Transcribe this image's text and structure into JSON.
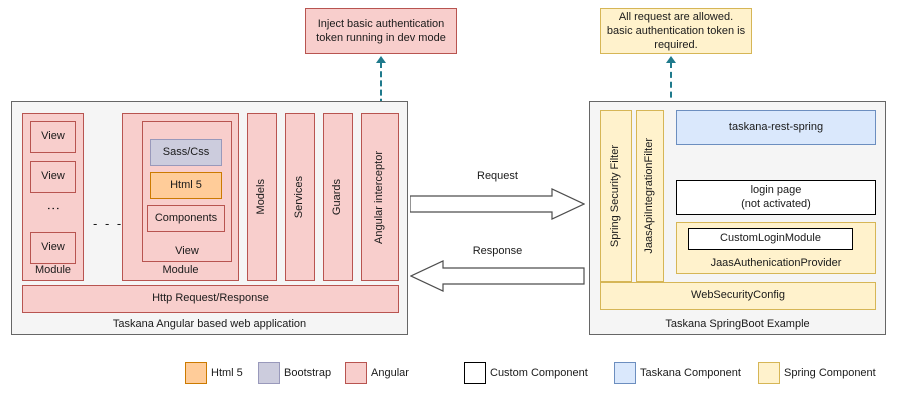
{
  "annotations": {
    "left": {
      "name": "inject-token-note",
      "text": "Inject basic authentication token running in dev mode",
      "color": "#f8cecc",
      "border": "#b85450"
    },
    "right": {
      "name": "all-requests-note",
      "text": "All request are allowed. basic authentication token is required.",
      "color": "#fff2cc",
      "border": "#d6b656"
    }
  },
  "left_panel": {
    "caption": "Taskana Angular based web application",
    "module_a": {
      "label": "Module",
      "views": [
        "View",
        "View",
        "View"
      ],
      "ellipsis": "⋮"
    },
    "between_modules_ellipsis": "- - -",
    "module_b": {
      "label": "Module",
      "view_label": "View",
      "items": [
        {
          "label": "Sass/Css",
          "kind": "bootstrap"
        },
        {
          "label": "Html 5",
          "kind": "html5"
        },
        {
          "label": "Components",
          "kind": "angular"
        }
      ]
    },
    "columns": [
      "Models",
      "Services",
      "Guards",
      "Angular interceptor"
    ],
    "http_bar": "Http Request/Response"
  },
  "arrows": {
    "request": "Request",
    "response": "Response"
  },
  "right_panel": {
    "caption": "Taskana SpringBoot Example",
    "filters": [
      "Spring Security Filter",
      "JaasApiIntegrationFilter"
    ],
    "taskana_rest": "taskana-rest-spring",
    "login_page_line1": "login page",
    "login_page_line2": "(not activated)",
    "jaas_provider": {
      "label": "JaasAuthenicationProvider",
      "child": "CustomLoginModule"
    },
    "web_security_config": "WebSecurityConfig"
  },
  "legend": {
    "items": [
      {
        "label": "Html 5",
        "fill": "#ffcc99",
        "stroke": "#cc7a00"
      },
      {
        "label": "Bootstrap",
        "fill": "#ccccdd",
        "stroke": "#9999bb"
      },
      {
        "label": "Angular",
        "fill": "#f8cecc",
        "stroke": "#b85450"
      },
      {
        "label": "Custom Component",
        "fill": "#ffffff",
        "stroke": "#000000"
      },
      {
        "label": "Taskana Component",
        "fill": "#dae8fc",
        "stroke": "#6c8ebf"
      },
      {
        "label": "Spring Component",
        "fill": "#fff2cc",
        "stroke": "#d6b656"
      }
    ]
  },
  "palette": {
    "angular": "#f8cecc",
    "bootstrap": "#ccccdd",
    "html5": "#ffcc99",
    "taskana": "#dae8fc",
    "spring": "#fff2cc",
    "custom": "#ffffff",
    "connector": "#1f7a8c"
  }
}
